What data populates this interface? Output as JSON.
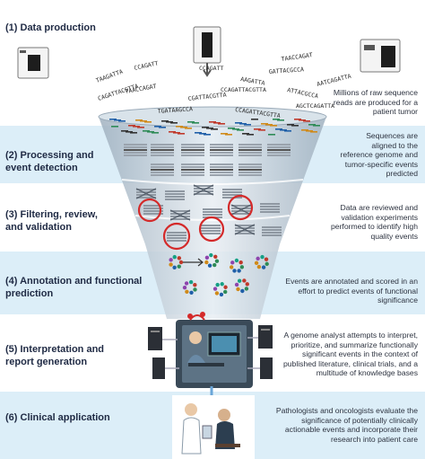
{
  "stages": [
    {
      "title": "(1) Data production",
      "description": "Millions of raw sequence\nreads are produced for a\npatient tumor"
    },
    {
      "title": "(2) Processing and\nevent detection",
      "description": "Sequences are\naligned to the\nreference genome and\ntumor-specific events\npredicted"
    },
    {
      "title": "(3) Filtering, review,\nand validation",
      "description": "Data are reviewed and\nvalidation experiments\nperformed to identify high\nquality events"
    },
    {
      "title": "(4) Annotation and functional\nprediction",
      "description": "Events are annotated and scored in an\neffort to predict events of functional\nsignificance"
    },
    {
      "title": "(5) Interpretation and\nreport generation",
      "description": "A genome analyst attempts to interpret,\nprioritize, and summarize functionally\nsignificant events in the context of\npublished literature, clinical trials, and a\nmultitude of knowledge bases"
    },
    {
      "title": "(6) Clinical application",
      "description": "Pathologists and oncologists evaluate the\nsignificance of potentially clinically\nactionable events and incorporate their\nresearch into patient care"
    }
  ],
  "read_sequences": [
    "CCAGATT",
    "CCAGATT",
    "TAAGATTA",
    "AAGATTA",
    "TAACCAGAT",
    "CCAGATTACGTTA",
    "CAGATTACGTTA",
    "CGATTACGTTA",
    "TGATAAGCCA",
    "ATTACGCCA",
    "AATCAGATTA",
    "AGCTCAGATTA",
    "TAACCAGAT",
    "CCAGATTACGTTA",
    "GATTACGCCA"
  ],
  "colors": {
    "band_blue": "#dceef8",
    "funnel": "#bcc9d4",
    "title": "#1f2a44",
    "highlight_circle": "#d42a2a"
  }
}
